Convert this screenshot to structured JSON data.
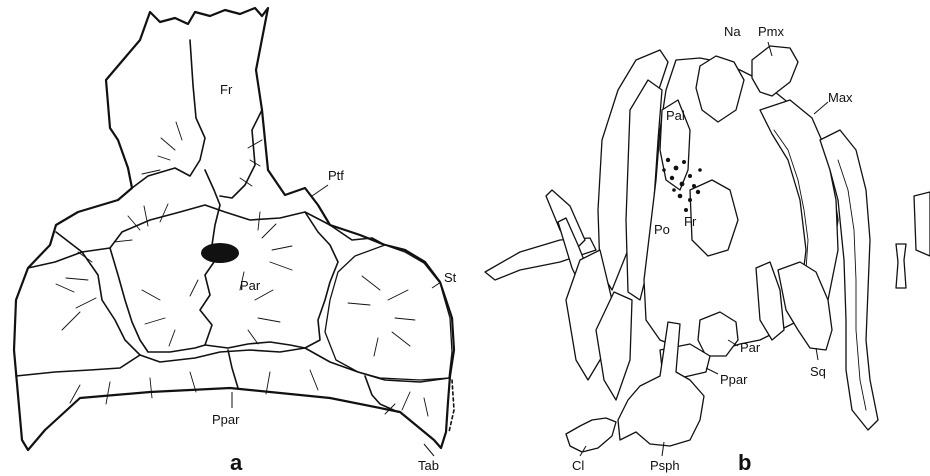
{
  "panel_a": {
    "panel_label": "a",
    "labels": {
      "fr": "Fr",
      "ptf": "Ptf",
      "par": "Par",
      "st": "St",
      "ppar": "Ppar",
      "tab": "Tab"
    }
  },
  "panel_b": {
    "panel_label": "b",
    "labels": {
      "na": "Na",
      "pmx": "Pmx",
      "max": "Max",
      "pal": "Pal",
      "po": "Po",
      "fr": "Fr",
      "par": "Par",
      "ppar": "Ppar",
      "sq": "Sq",
      "cl": "Cl",
      "psph": "Psph"
    }
  }
}
